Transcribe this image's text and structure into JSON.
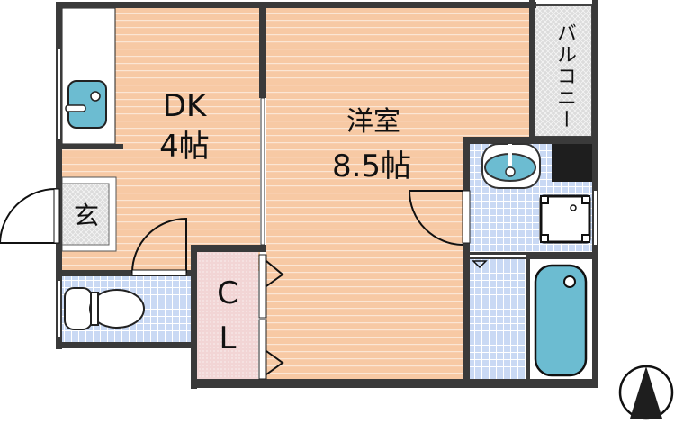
{
  "rooms": {
    "dk": {
      "name": "DK",
      "size": "4帖"
    },
    "western": {
      "name": "洋室",
      "size": "8.5帖"
    },
    "entrance": {
      "name": "玄"
    },
    "closet": {
      "line1": "C",
      "line2": "L"
    },
    "balcony": {
      "name": "バルコニー"
    }
  },
  "colors": {
    "floor": "#f7c9a4",
    "tile": "#c9d9f4",
    "fixture": "#6cbcd1",
    "wall": "#3a3a3a",
    "closet": "#f2d7d7",
    "hatch": "#d8d8d8"
  },
  "compass": {
    "icon": "north-arrow-icon"
  }
}
